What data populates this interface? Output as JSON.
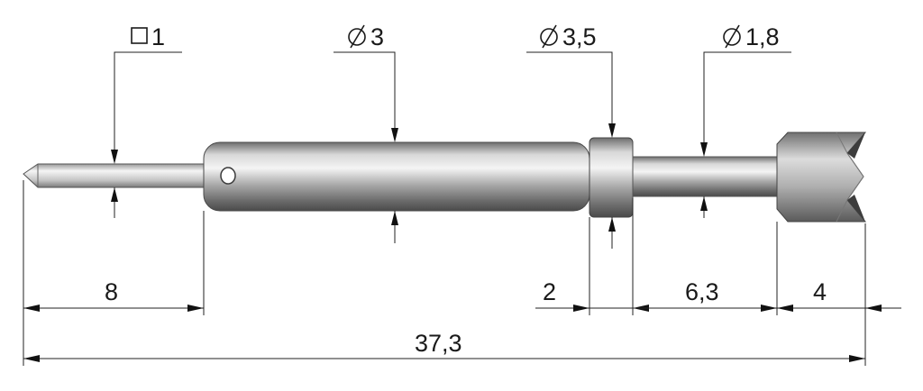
{
  "annotations": {
    "square_tip": "1",
    "dia_shaft": "3",
    "dia_collar": "3,5",
    "dia_neck": "1,8"
  },
  "dimensions": {
    "tip_length": "8",
    "collar_length": "2",
    "neck_length": "6,3",
    "crown_length": "4",
    "overall_length": "37,3"
  }
}
